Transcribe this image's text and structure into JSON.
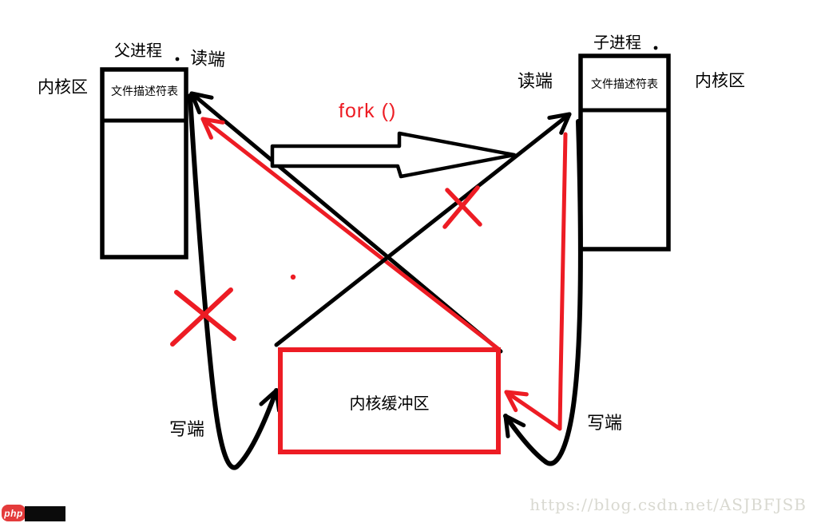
{
  "colors": {
    "ink": "#000000",
    "accent_red": "#ed1c24",
    "watermark_gray": "#d9d9d1",
    "php_badge_red": "#e43b3b"
  },
  "labels": {
    "kernel_area_left": "内核区",
    "parent_title": "父进程",
    "read_end_left": "读端",
    "fd_table_parent": "文件描述符表",
    "fork_label": "fork ()",
    "child_title": "子进程",
    "read_end_right": "读端",
    "kernel_area_right": "内核区",
    "fd_table_child": "文件描述符表",
    "buffer_label": "内核缓冲区",
    "write_end_left": "写端",
    "write_end_right": "写端"
  },
  "watermark": "https://blog.csdn.net/ASJBFJSB",
  "footer": {
    "logo_text": "php"
  }
}
